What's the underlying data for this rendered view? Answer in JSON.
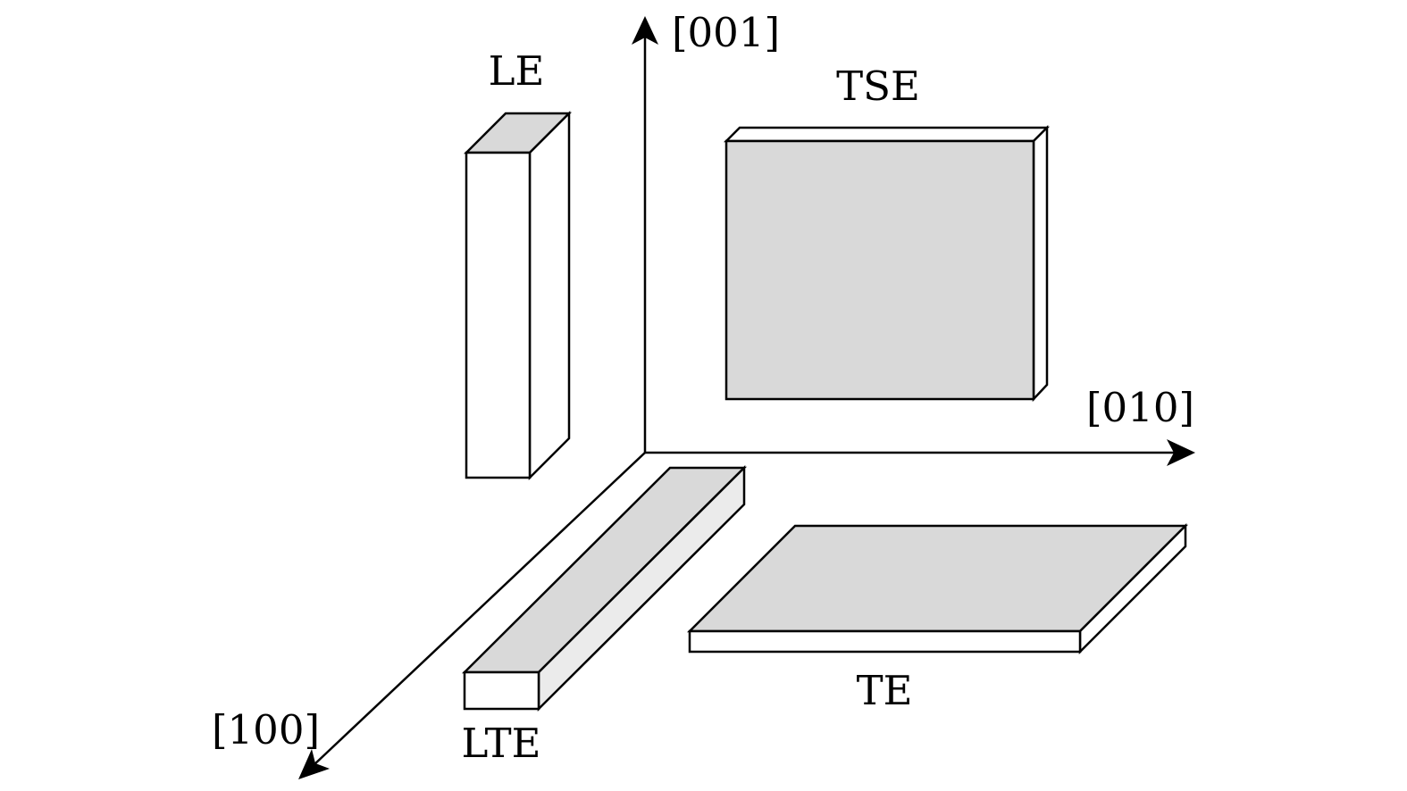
{
  "colors": {
    "stroke": "#000000",
    "face_light": "#ffffff",
    "face_shaded": "#d9d9d9",
    "face_side": "#ebebeb",
    "background": "#ffffff"
  },
  "axes": {
    "z_label": "[001]",
    "y_label": "[010]",
    "x_label": "[100]"
  },
  "shapes": {
    "le": {
      "label": "LE"
    },
    "tse": {
      "label": "TSE"
    },
    "lte": {
      "label": "LTE"
    },
    "te": {
      "label": "TE"
    }
  }
}
